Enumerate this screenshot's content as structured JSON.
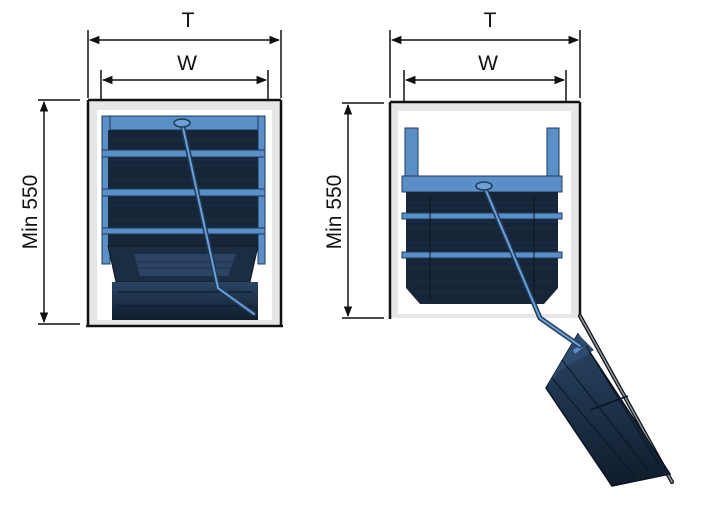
{
  "labels": {
    "total_width": "T",
    "inner_width": "W",
    "min_height": "Min 550"
  },
  "colors": {
    "frame_blue": "#5b8fc7",
    "basket_dark": "#162638",
    "cabinet_gray": "#e6e6e6",
    "line": "#111111"
  }
}
